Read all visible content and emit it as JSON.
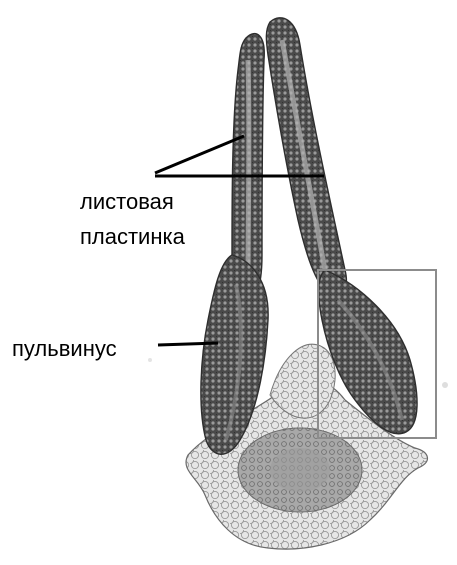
{
  "figure": {
    "labels": {
      "leaf_blade_line1": "листовая",
      "leaf_blade_line2": "пластинка",
      "pulvinus": "пульвинус"
    },
    "colors": {
      "tissue_dark": "#3a3a3a",
      "tissue_mid": "#7a7a7a",
      "tissue_light": "#cfcfcf",
      "highlight_box": "#8c8c8c",
      "pointer_line": "#000000"
    }
  }
}
